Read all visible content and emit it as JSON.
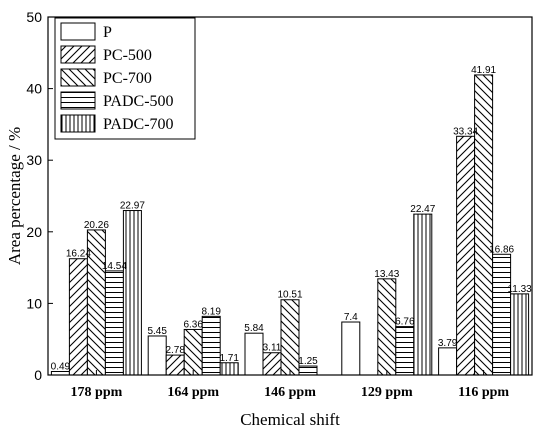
{
  "chart_data": {
    "type": "bar",
    "categories": [
      "178 ppm",
      "164 ppm",
      "146 ppm",
      "129 ppm",
      "116 ppm"
    ],
    "series": [
      {
        "name": "P",
        "pattern": "none",
        "values": [
          0.49,
          5.45,
          5.84,
          7.4,
          3.79
        ]
      },
      {
        "name": "PC-500",
        "pattern": "diag-up",
        "values": [
          16.24,
          2.78,
          3.11,
          null,
          33.34
        ]
      },
      {
        "name": "PC-700",
        "pattern": "diag-down",
        "values": [
          20.26,
          6.36,
          10.51,
          13.43,
          41.91
        ]
      },
      {
        "name": "PADC-500",
        "pattern": "horizontal",
        "values": [
          14.54,
          8.19,
          1.25,
          6.76,
          16.86
        ]
      },
      {
        "name": "PADC-700",
        "pattern": "vertical",
        "values": [
          22.97,
          1.71,
          null,
          22.47,
          11.33
        ]
      }
    ],
    "data_labels": [
      [
        "0.49",
        "16.24",
        "20.26",
        "14.54",
        "22.97"
      ],
      [
        "5.45",
        "2.78",
        "6.36",
        "8.19",
        "1.71"
      ],
      [
        "5.84",
        "3.11",
        "10.51",
        "1.25",
        ""
      ],
      [
        "7.4",
        "",
        "13.43",
        "6.76",
        "22.47"
      ],
      [
        "3.79",
        "33.34",
        "41.91",
        "16.86",
        "11.33"
      ]
    ],
    "title": "",
    "xlabel": "Chemical shift",
    "ylabel": "Area percentage / %",
    "ylim": [
      0,
      50
    ],
    "yticks": [
      0,
      10,
      20,
      30,
      40,
      50
    ],
    "grid": false,
    "legend_position": "top-left"
  }
}
